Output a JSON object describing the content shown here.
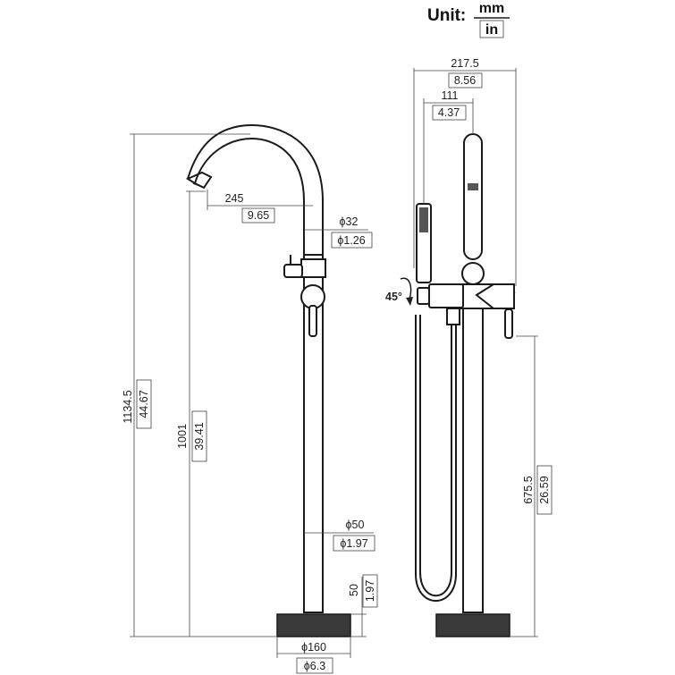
{
  "unit": {
    "label": "Unit:",
    "primary": "mm",
    "secondary": "in"
  },
  "front": {
    "height_total": {
      "mm": "1134.5",
      "in": "44.67"
    },
    "spout_height": {
      "mm": "1001",
      "in": "39.41"
    },
    "reach": {
      "mm": "245",
      "in": "9.65"
    },
    "spout_dia": {
      "mm": "ϕ32",
      "in": "ϕ1.26"
    },
    "column_dia": {
      "mm": "ϕ50",
      "in": "ϕ1.97"
    },
    "base_height": {
      "mm": "50",
      "in": "1.97"
    },
    "base_dia": {
      "mm": "ϕ160",
      "in": "ϕ6.3"
    }
  },
  "side": {
    "width": {
      "mm": "217.5",
      "in": "8.56"
    },
    "handshower_offset": {
      "mm": "111",
      "in": "4.37"
    },
    "rotation": "45°",
    "valve_height": {
      "mm": "675.5",
      "in": "26.59"
    }
  }
}
